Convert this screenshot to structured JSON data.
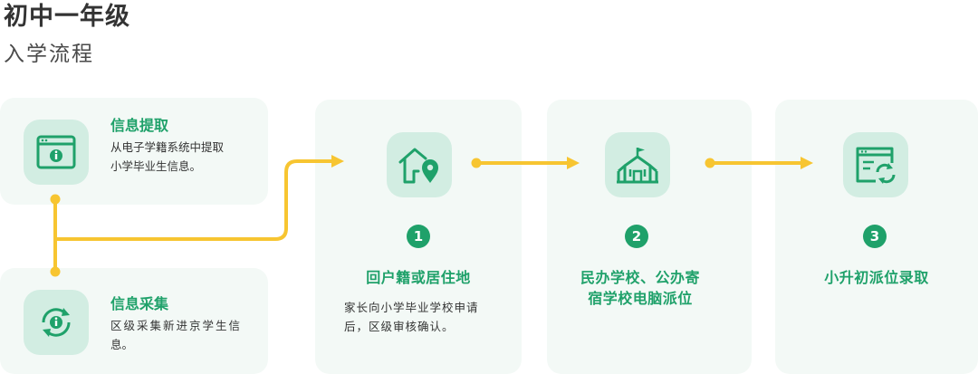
{
  "header": {
    "title": "初中一年级",
    "subtitle": "入学流程"
  },
  "info_cards": [
    {
      "title": "信息提取",
      "desc_line1": "从电子学籍系统中提取",
      "desc_line2": "小学毕业生信息。",
      "icon": "browser-info-icon"
    },
    {
      "title": "信息采集",
      "desc_line1": "区级采集新进京学生信",
      "desc_line2": "息。",
      "icon": "refresh-info-icon"
    }
  ],
  "steps": [
    {
      "number": "1",
      "title_line1": "回户籍或居住地",
      "title_line2": "",
      "desc_line1": "家长向小学毕业学校申请",
      "desc_line2": "后，区级审核确认。",
      "icon": "home-location-icon"
    },
    {
      "number": "2",
      "title_line1": "民办学校、公办寄",
      "title_line2": "宿学校电脑派位",
      "desc_line1": "",
      "desc_line2": "",
      "icon": "school-building-icon"
    },
    {
      "number": "3",
      "title_line1": "小升初派位录取",
      "title_line2": "",
      "desc_line1": "",
      "desc_line2": "",
      "icon": "browser-refresh-icon"
    }
  ],
  "colors": {
    "accent_green": "#1fa16a",
    "connector_yellow": "#f7c531",
    "tile_green": "#d2ede2",
    "card_bg": "#f3f9f6"
  }
}
